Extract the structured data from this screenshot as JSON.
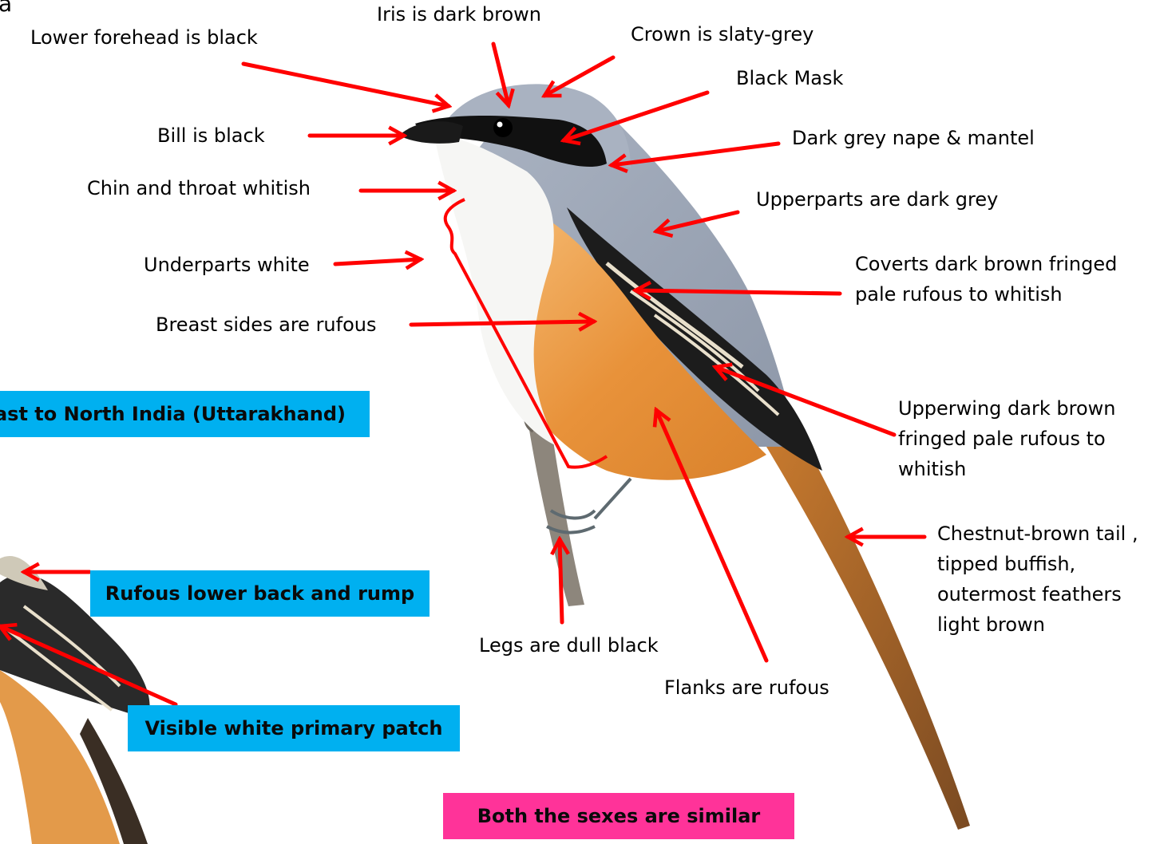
{
  "partial_top_left": "a",
  "labels": {
    "lower_forehead": "Lower forehead is black",
    "iris": "Iris is  dark brown",
    "crown": "Crown is  slaty-grey",
    "black_mask": "Black Mask",
    "bill": "Bill is black",
    "nape": "Dark grey nape & mantel",
    "chin": "Chin and throat whitish",
    "upperparts": "Upperparts are dark grey",
    "underparts": "Underparts white",
    "coverts": "Coverts dark brown  fringed\npale rufous to whitish",
    "breast": "Breast sides are rufous",
    "upperwing": "Upperwing dark brown\nfringed pale rufous to\nwhitish",
    "tail": "Chestnut-brown tail ,\ntipped buffish,\noutermost feathers\nlight brown",
    "legs": "Legs are dull black",
    "flanks": "Flanks are rufous"
  },
  "boxes": {
    "range": "East to North India (Uttarakhand)",
    "rump": "Rufous lower back and rump",
    "primary_patch": "Visible white primary patch",
    "sexes": "Both the sexes  are similar"
  },
  "colors": {
    "arrow": "#ff0000",
    "blue_box": "#00b0f0",
    "pink_box": "#ff3399",
    "bird_grey": "#9aa4b4",
    "bird_rufous": "#e8953a",
    "bird_white": "#f6f6f4",
    "mask_black": "#111111"
  }
}
